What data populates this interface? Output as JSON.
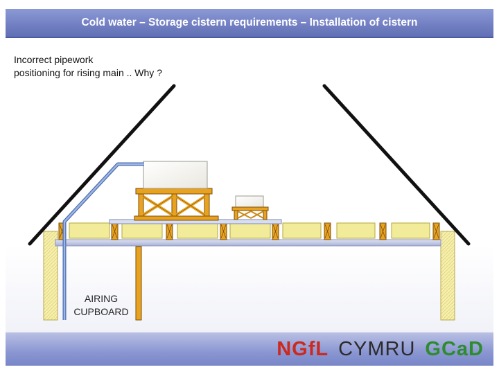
{
  "slide": {
    "title": "Cold water – Storage cistern requirements – Installation of cistern",
    "caption_line1": "Incorrect pipework",
    "caption_line2": "positioning for rising main .. Why ?"
  },
  "diagram": {
    "cupboard_line1": "AIRING",
    "cupboard_line2": "CUPBOARD"
  },
  "footer": {
    "logo_ngfl": "NGfL",
    "logo_cymru": "CYMRU",
    "logo_gcad": "GCaD"
  },
  "colors": {
    "title_bar": "#7380c3",
    "footer": "#8a96d2",
    "timber": "#e8a21f",
    "insulation": "#f2ec9a",
    "pipe": "#6f8fc8",
    "roof": "#111111",
    "logo_red": "#cc2a1f",
    "logo_green": "#2e8b2e"
  }
}
